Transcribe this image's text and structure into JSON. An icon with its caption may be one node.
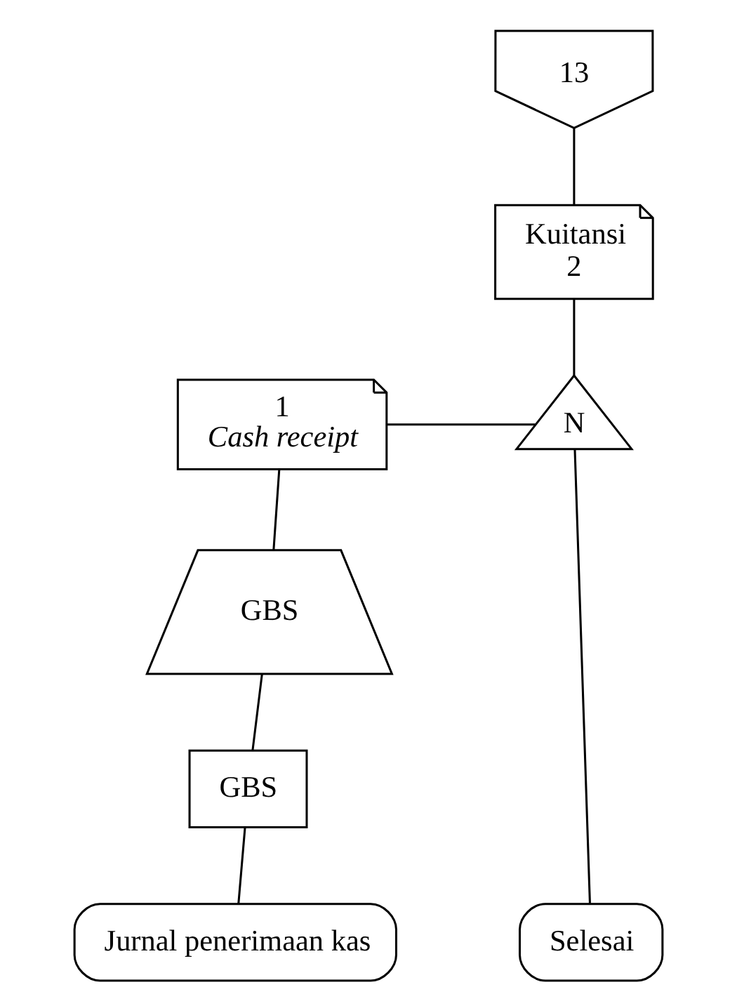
{
  "diagram": {
    "nodes": [
      {
        "text": [
          "13"
        ]
      },
      {
        "text": [
          "Kuitansi",
          "2"
        ]
      },
      {
        "text": [
          "1",
          "Cash receipt"
        ]
      },
      {
        "text": [
          "N"
        ]
      },
      {
        "text": [
          "GBS"
        ]
      },
      {
        "text": [
          "GBS"
        ]
      },
      {
        "text": [
          "Jurnal penerimaan kas"
        ]
      },
      {
        "text": [
          "Selesai"
        ]
      }
    ],
    "edges": [
      {
        "from": 0,
        "to": 1,
        "arrow": "none"
      },
      {
        "from": 1,
        "to": 3,
        "arrow": "none"
      },
      {
        "from": 2,
        "to": 3,
        "arrow": "none"
      },
      {
        "from": 2,
        "to": 4,
        "arrow": "none"
      },
      {
        "from": 4,
        "to": 5,
        "arrow": "none"
      },
      {
        "from": 5,
        "to": 6,
        "arrow": "none"
      },
      {
        "from": 3,
        "to": 7,
        "arrow": "none"
      }
    ]
  }
}
